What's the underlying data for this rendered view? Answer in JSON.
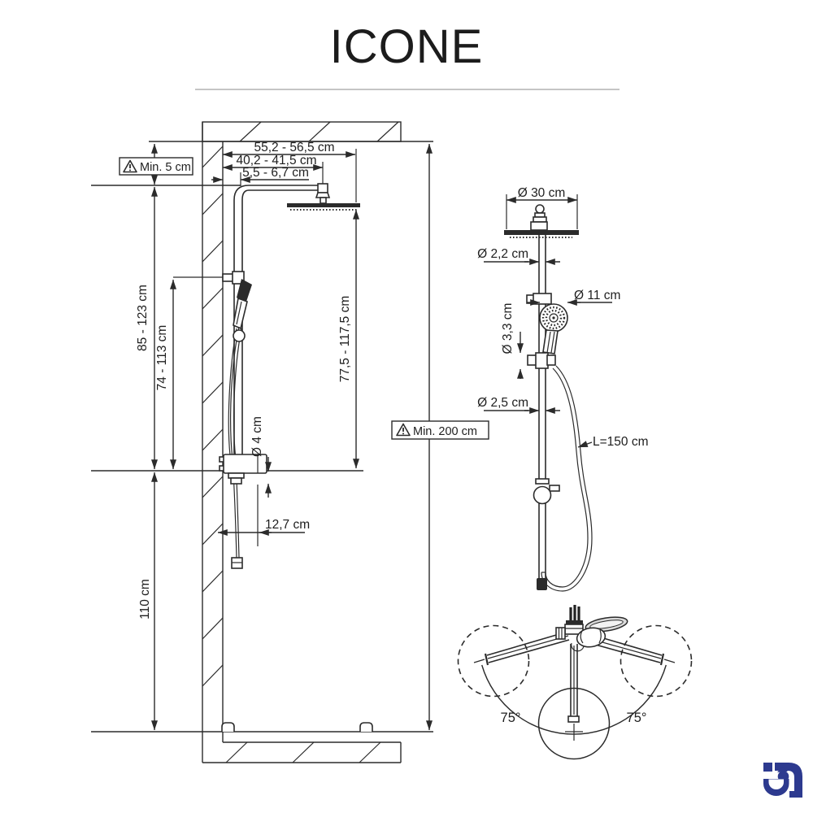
{
  "title": "ICONE",
  "colors": {
    "ink": "#2b2b2b",
    "divider": "#c5c5c5",
    "logo_blue": "#2d3a8f"
  },
  "side_view": {
    "min_ceiling_clearance": "Min. 5 cm",
    "min_installation_height": "Min. 200 cm",
    "overall_depth": "55,2 - 56,5 cm",
    "head_center_depth": "40,2 - 41,5 cm",
    "wall_to_column": "5,5 - 6,7 cm",
    "handshower_height": "85 - 123 cm",
    "holder_height": "74 - 113 cm",
    "head_to_outlet_height": "77,5 - 117,5 cm",
    "outlet_diameter": "Ø 4 cm",
    "outlet_depth": "12,7 cm",
    "outlet_floor_height": "110 cm"
  },
  "front_view": {
    "rain_head_diameter": "Ø 30 cm",
    "upper_column_diameter": "Ø 2,2 cm",
    "handshower_diameter": "Ø 11 cm",
    "slider_diameter": "Ø 3,3 cm",
    "lower_column_diameter": "Ø 2,5 cm",
    "hose_length": "L=150 cm"
  },
  "rotation_view": {
    "left_angle": "75°",
    "right_angle": "75°"
  }
}
